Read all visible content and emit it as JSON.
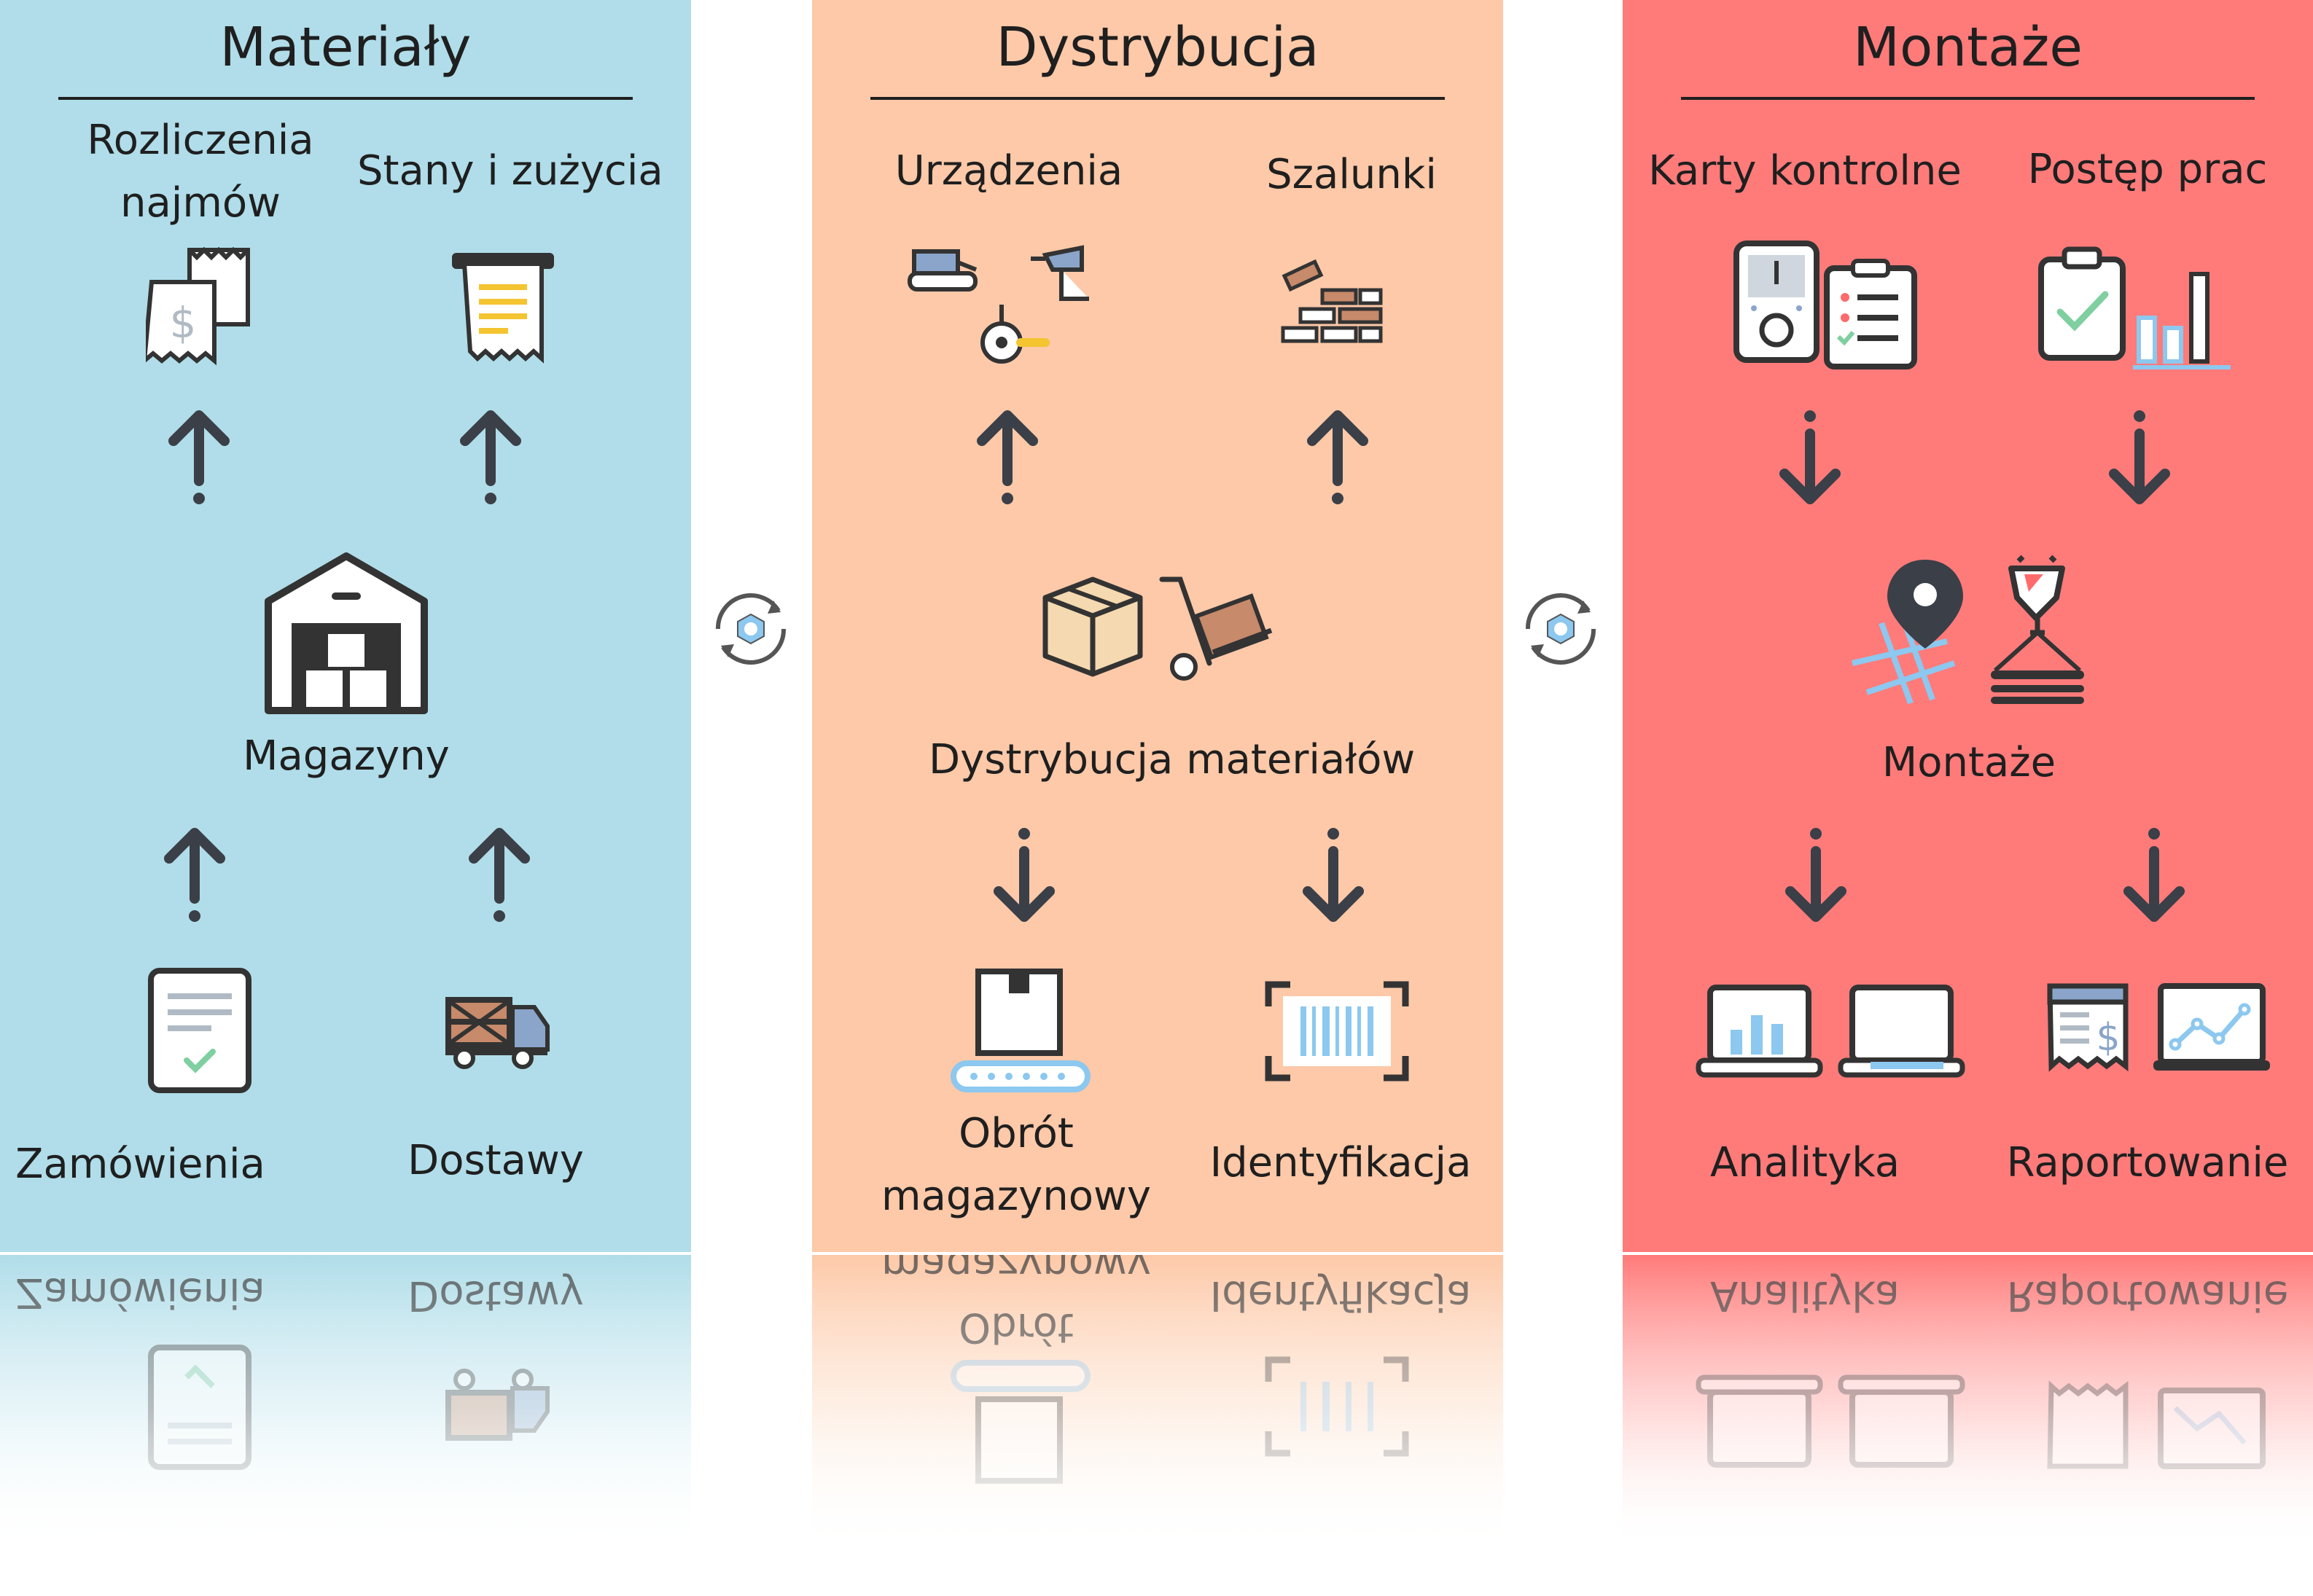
{
  "columns": {
    "materialy": {
      "title": "Materiały",
      "top_left": "Rozliczenia\nnajmów",
      "top_right": "Stany i zużycia",
      "center": "Magazyny",
      "bottom_left": "Zamówienia",
      "bottom_right": "Dostawy",
      "color": "#b0dde9"
    },
    "dystrybucja": {
      "title": "Dystrybucja",
      "top_left": "Urządzenia",
      "top_right": "Szalunki",
      "center": "Dystrybucja materiałów",
      "bottom_left": "Obrót\nmagazynowy",
      "bottom_right": "Identyfikacja",
      "color": "#fdc9a8"
    },
    "montaze": {
      "title": "Montaże",
      "top_left": "Karty kontrolne",
      "top_right": "Postęp prac",
      "center": "Montaże",
      "bottom_left": "Analityka",
      "bottom_right": "Raportowanie",
      "color": "#ff7b7a"
    }
  },
  "icons": {
    "connector": "sync-gear-icon",
    "up_arrow": "dotted-up-arrow-icon",
    "down_arrow": "dotted-down-arrow-icon"
  }
}
